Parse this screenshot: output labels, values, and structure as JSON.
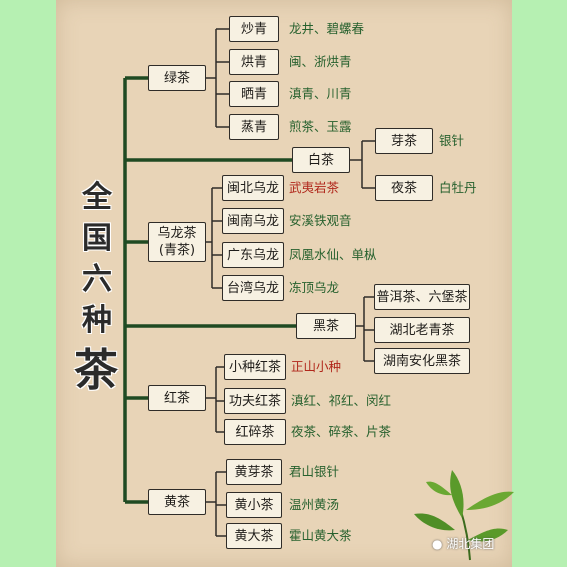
{
  "title_chars": [
    "全",
    "国",
    "六",
    "种",
    "茶"
  ],
  "categories": {
    "green": {
      "label": "绿茶",
      "subs": [
        {
          "label": "炒青",
          "examples": "龙井、碧螺春"
        },
        {
          "label": "烘青",
          "examples": "闽、浙烘青"
        },
        {
          "label": "晒青",
          "examples": "滇青、川青"
        },
        {
          "label": "蒸青",
          "examples": "煎茶、玉露"
        }
      ]
    },
    "white": {
      "label": "白茶",
      "subs": [
        {
          "label": "芽茶",
          "examples": "银针"
        },
        {
          "label": "夜茶",
          "examples": "白牡丹"
        }
      ]
    },
    "oolong": {
      "label_line1": "乌龙茶",
      "label_line2": "(青茶)",
      "subs": [
        {
          "label": "闽北乌龙",
          "examples": "武夷岩茶"
        },
        {
          "label": "闽南乌龙",
          "examples": "安溪铁观音"
        },
        {
          "label": "广东乌龙",
          "examples": "凤凰水仙、单枞"
        },
        {
          "label": "台湾乌龙",
          "examples": "冻顶乌龙"
        }
      ]
    },
    "dark": {
      "label": "黑茶",
      "subs": [
        {
          "label": "普洱茶、六堡茶"
        },
        {
          "label": "湖北老青茶"
        },
        {
          "label": "湖南安化黑茶"
        }
      ]
    },
    "black": {
      "label": "红茶",
      "subs": [
        {
          "label": "小种红茶",
          "examples": "正山小种"
        },
        {
          "label": "功夫红茶",
          "examples": "滇红、祁红、闵红"
        },
        {
          "label": "红碎茶",
          "examples": "夜茶、碎茶、片茶"
        }
      ]
    },
    "yellow": {
      "label": "黄茶",
      "subs": [
        {
          "label": "黄芽茶",
          "examples": "君山银针"
        },
        {
          "label": "黄小茶",
          "examples": "温州黄汤"
        },
        {
          "label": "黄大茶",
          "examples": "霍山黄大茶"
        }
      ]
    }
  },
  "watermark": "湖北集团",
  "colors": {
    "trunk": "#1f4a22",
    "text_green": "#27612e",
    "text_red": "#b1281c",
    "paper": "#e8d4b7",
    "outer": "#b6f0b2"
  }
}
